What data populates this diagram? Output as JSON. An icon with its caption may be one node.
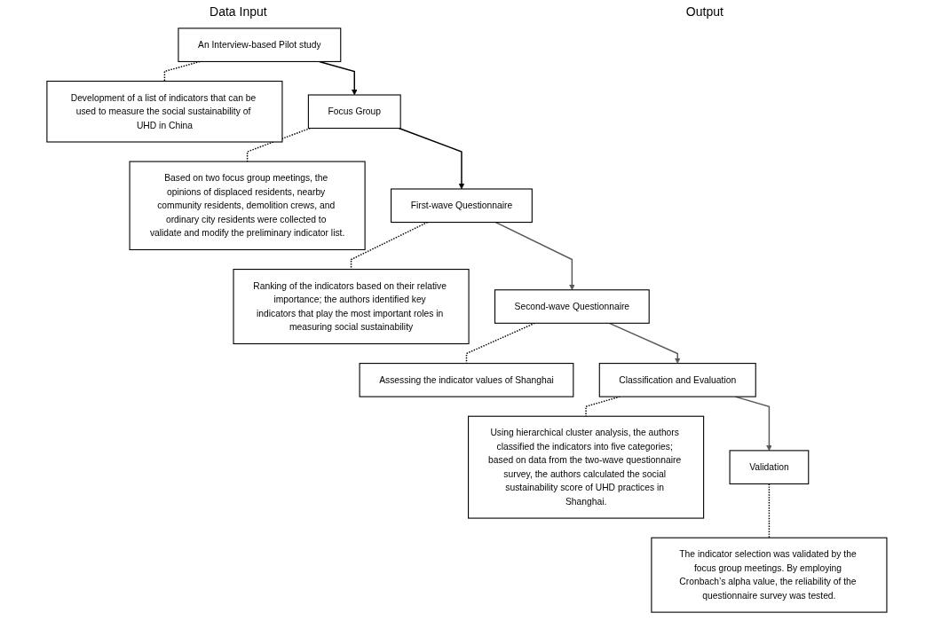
{
  "diagram": {
    "nodes": [
      {
        "text": [
          "An Interview-based Pilot study"
        ]
      },
      {
        "text": [
          "Development of a list of indicators that can be used to measure the social sustainability of UHD in China"
        ]
      },
      {
        "text": [
          "Focus Group"
        ]
      },
      {
        "text": [
          "Based on two focus group meetings, the opinions of displaced residents, nearby community residents, demolition crews, and ordinary city residents were collected to validate and modify the preliminary indicator list."
        ]
      },
      {
        "text": [
          "First-wave Questionnaire"
        ]
      },
      {
        "text": [
          "Ranking of the indicators based on their relative importance; the authors identified key indicators that play the most important roles in measuring social sustainability"
        ]
      },
      {
        "text": [
          "Second-wave Questionnaire"
        ]
      },
      {
        "text": [
          "Assessing the indicator values of Shanghai"
        ]
      },
      {
        "text": [
          "Classification and Evaluation"
        ]
      },
      {
        "text": [
          "Using hierarchical cluster analysis, the authors classified the indicators into five categories; based on data from the two-wave questionnaire survey, the authors calculated the social sustainability score of UHD practices in Shanghai."
        ]
      },
      {
        "text": [
          "Validation"
        ]
      },
      {
        "text": [
          "The indicator selection was validated by the focus group meetings. By employing Cronbach’s alpha value, the reliability of the questionnaire survey was tested."
        ]
      }
    ],
    "edges": [
      {
        "from": 0,
        "to": 1,
        "arrow": "none",
        "style": "dashed"
      },
      {
        "from": 0,
        "to": 2,
        "arrow": "to"
      },
      {
        "from": 2,
        "to": 3,
        "arrow": "none",
        "style": "dashed"
      },
      {
        "from": 2,
        "to": 4,
        "arrow": "to"
      },
      {
        "from": 4,
        "to": 5,
        "arrow": "none",
        "style": "dashed"
      },
      {
        "from": 4,
        "to": 6,
        "arrow": "to",
        "color": "#595959"
      },
      {
        "from": 6,
        "to": 7,
        "arrow": "none",
        "style": "dashed"
      },
      {
        "from": 6,
        "to": 8,
        "arrow": "to",
        "color": "#595959"
      },
      {
        "from": 8,
        "to": 9,
        "arrow": "none",
        "style": "dashed"
      },
      {
        "from": 8,
        "to": 10,
        "arrow": "to",
        "color": "#595959"
      },
      {
        "from": 10,
        "to": 11,
        "arrow": "none",
        "style": "dashed"
      }
    ],
    "labels": [
      "Data Input",
      "Output"
    ]
  }
}
